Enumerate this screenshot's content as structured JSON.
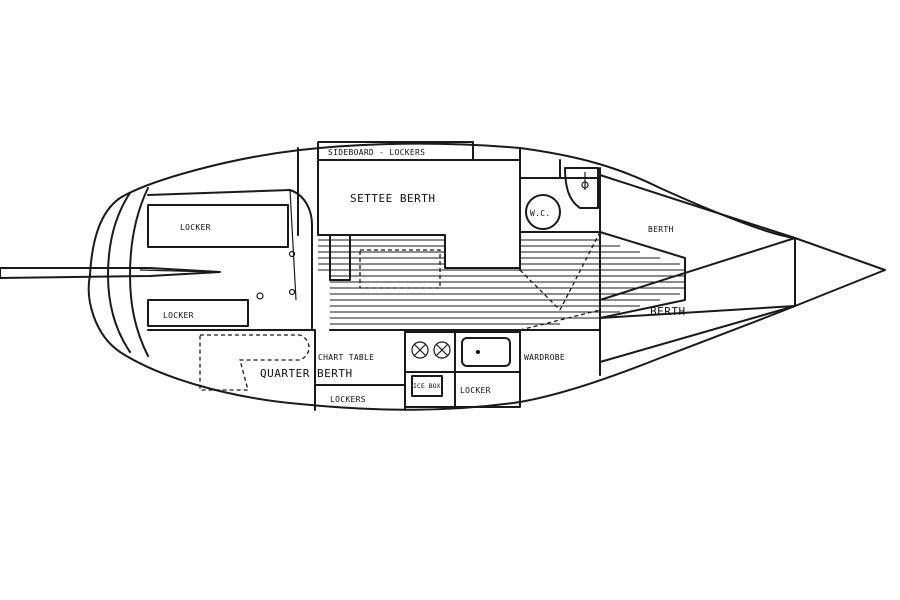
{
  "diagram": {
    "labels": {
      "sideboard_lockers": "SIDEBOARD - LOCKERS",
      "settee_berth": "SETTEE BERTH",
      "wc": "W.C.",
      "berth_upper": "BERTH",
      "berth_lower": "BERTH",
      "locker_aft_upper": "LOCKER",
      "locker_aft_lower": "LOCKER",
      "chart_table": "CHART TABLE",
      "quarter_berth": "QUARTER BERTH",
      "lockers_bottom": "LOCKERS",
      "ice_box": "ICE BOX",
      "locker_galley": "LOCKER",
      "wardrobe": "WARDROBE"
    }
  }
}
